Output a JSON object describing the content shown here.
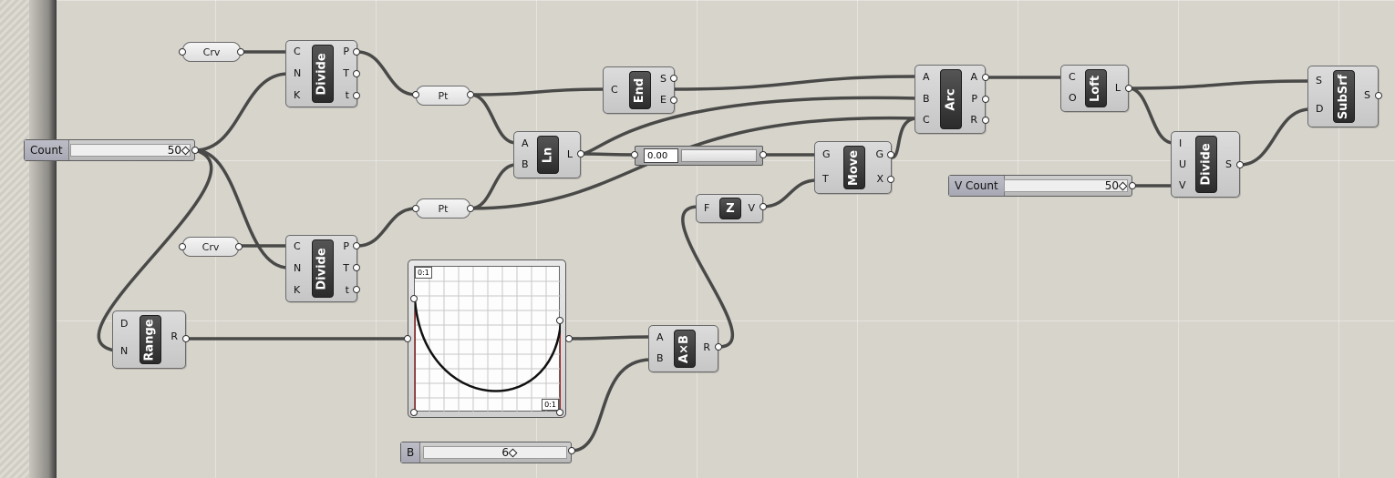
{
  "components": {
    "divide1": {
      "name": "Divide",
      "inputs": [
        "C",
        "N",
        "K"
      ],
      "outputs": [
        "P",
        "T",
        "t"
      ]
    },
    "divide2": {
      "name": "Divide",
      "inputs": [
        "C",
        "N",
        "K"
      ],
      "outputs": [
        "P",
        "T",
        "t"
      ]
    },
    "end": {
      "name": "End",
      "inputs": [
        "C"
      ],
      "outputs": [
        "S",
        "E"
      ]
    },
    "ln": {
      "name": "Ln",
      "inputs": [
        "A",
        "B"
      ],
      "outputs": [
        "L"
      ]
    },
    "arc": {
      "name": "Arc",
      "inputs": [
        "A",
        "B",
        "C"
      ],
      "outputs": [
        "A",
        "P",
        "R"
      ]
    },
    "loft": {
      "name": "Loft",
      "inputs": [
        "C",
        "O"
      ],
      "outputs": [
        "L"
      ]
    },
    "subsrf": {
      "name": "SubSrf",
      "inputs": [
        "S",
        "D"
      ],
      "outputs": [
        "S"
      ]
    },
    "divide3": {
      "name": "Divide",
      "inputs": [
        "I",
        "U",
        "V"
      ],
      "outputs": [
        "S"
      ]
    },
    "move": {
      "name": "Move",
      "inputs": [
        "G",
        "T"
      ],
      "outputs": [
        "G",
        "X"
      ]
    },
    "z": {
      "name": "Z",
      "inputs": [
        "F"
      ],
      "outputs": [
        "V"
      ]
    },
    "range": {
      "name": "Range",
      "inputs": [
        "D",
        "N"
      ],
      "outputs": [
        "R"
      ]
    },
    "axb": {
      "name": "A×B",
      "inputs": [
        "A",
        "B"
      ],
      "outputs": [
        "R"
      ]
    }
  },
  "params": {
    "crv1": "Crv",
    "crv2": "Crv",
    "pt1": "Pt",
    "pt2": "Pt"
  },
  "sliders": {
    "count": {
      "label": "Count",
      "value": "50"
    },
    "vcount": {
      "label": "V Count",
      "value": "50"
    },
    "b": {
      "label": "B",
      "value": "6"
    }
  },
  "number_panel": {
    "value": "0.00"
  },
  "graph_mapper": {
    "top_left_label": "0:1",
    "bottom_right_label": "0:1"
  },
  "colors": {
    "canvas": "#d7d4cc",
    "wire": "#3a3a3a",
    "component_cap": "#2b2b2b",
    "graph_edge": "#b02020"
  }
}
